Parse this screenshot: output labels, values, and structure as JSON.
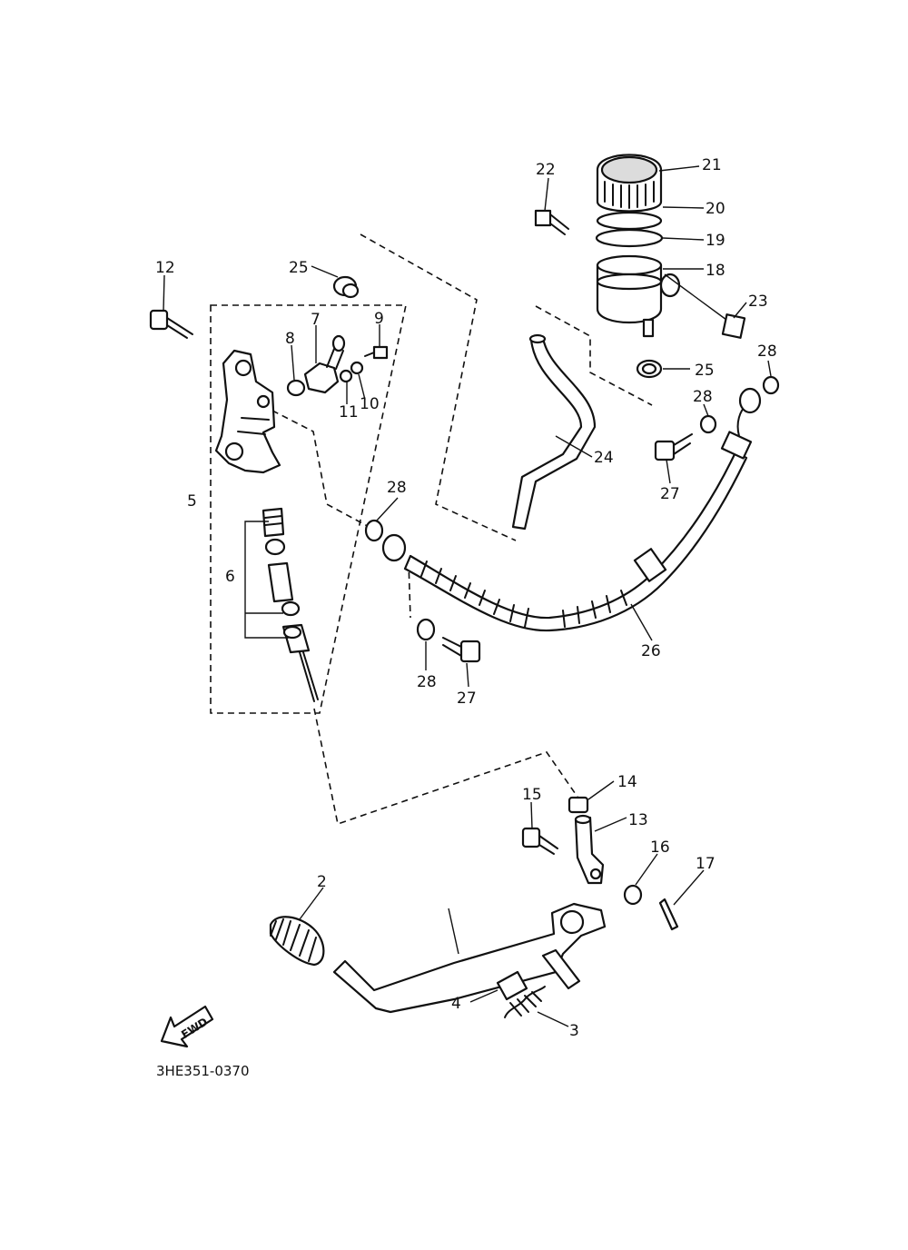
{
  "diagram_code": "3HE351-0370",
  "fwd_label": "FWD",
  "labels": {
    "p2": "2",
    "p3": "3",
    "p4": "4",
    "p5": "5",
    "p6": "6",
    "p7": "7",
    "p8": "8",
    "p9": "9",
    "p10": "10",
    "p11": "11",
    "p12": "12",
    "p13": "13",
    "p14": "14",
    "p15": "15",
    "p16": "16",
    "p17": "17",
    "p18": "18",
    "p19": "19",
    "p20": "20",
    "p21": "21",
    "p22": "22",
    "p23": "23",
    "p24": "24",
    "p25a": "25",
    "p25b": "25",
    "p26": "26",
    "p27a": "27",
    "p27b": "27",
    "p28a": "28",
    "p28b": "28",
    "p28c": "28",
    "p28d": "28"
  }
}
